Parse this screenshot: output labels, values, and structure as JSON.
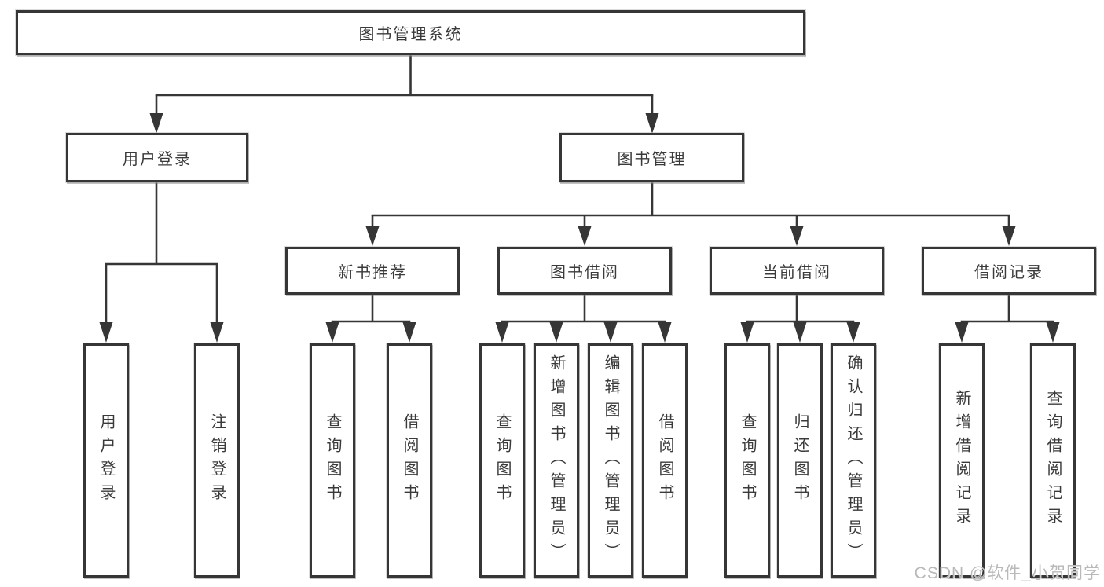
{
  "diagram_title": "图书管理系统",
  "tree": {
    "root": {
      "label": "图书管理系统",
      "children": [
        {
          "label": "用户登录",
          "children": [
            {
              "label": "用户登录"
            },
            {
              "label": "注销登录"
            }
          ]
        },
        {
          "label": "图书管理",
          "children": [
            {
              "label": "新书推荐",
              "children": [
                {
                  "label": "查询图书"
                },
                {
                  "label": "借阅图书"
                }
              ]
            },
            {
              "label": "图书借阅",
              "children": [
                {
                  "label": "查询图书"
                },
                {
                  "label": "新增图书（管理员）"
                },
                {
                  "label": "编辑图书（管理员）"
                },
                {
                  "label": "借阅图书"
                }
              ]
            },
            {
              "label": "当前借阅",
              "children": [
                {
                  "label": "查询图书"
                },
                {
                  "label": "归还图书"
                },
                {
                  "label": "确认归还（管理员）"
                }
              ]
            },
            {
              "label": "借阅记录",
              "children": [
                {
                  "label": "新增借阅记录"
                },
                {
                  "label": "查询借阅记录"
                }
              ]
            }
          ]
        }
      ]
    }
  },
  "watermark": {
    "text": "CSDN @软件_小贺同学"
  },
  "colors": {
    "line": "#363636",
    "box_border": "#363636",
    "box_fill": "#ffffff",
    "text": "#3a3a3a",
    "watermark": "#b9b9b9",
    "background": "#ffffff"
  }
}
